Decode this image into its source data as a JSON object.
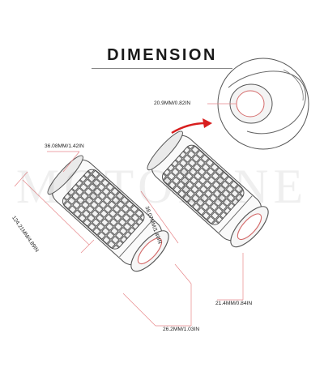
{
  "title": "DIMENSION",
  "watermark": "MOTOLINE",
  "dimensions": {
    "inner_bore_right": "20.9MM/0.82IN",
    "left_end_diameter": "36.08MM/1.42IN",
    "length": "124.21MM/4.89IN",
    "middle_diameter": "38.07MM/1.49IN",
    "inner_bore_left": "21.4MM/0.84IN",
    "outer_end_diameter": "26.2MM/1.03IN"
  },
  "colors": {
    "leader_line": "#e8898c",
    "arrow": "#d81e1e",
    "outline": "#6a6a6a"
  }
}
